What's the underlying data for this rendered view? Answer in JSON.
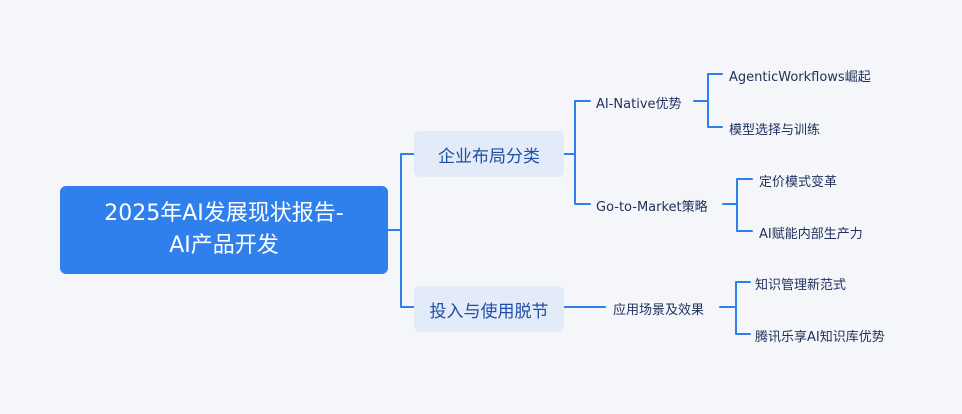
{
  "root": {
    "line1": "2025年AI发展现状报告-",
    "line2": "AI产品开发"
  },
  "branches": [
    {
      "label": "企业布局分类",
      "children": [
        {
          "label": "AI-Native优势",
          "children": [
            "AgenticWorkflows崛起",
            "模型选择与训练"
          ]
        },
        {
          "label": "Go-to-Market策略",
          "children": [
            "定价模式变革",
            "AI赋能内部生产力"
          ]
        }
      ]
    },
    {
      "label": "投入与使用脱节",
      "children": [
        {
          "label": "应用场景及效果",
          "children": [
            "知识管理新范式",
            "腾讯乐享AI知识库优势"
          ]
        }
      ]
    }
  ],
  "colors": {
    "accent": "#2f80ed",
    "branch_bg": "#e3ebf9",
    "text": "#1f2f5a"
  }
}
